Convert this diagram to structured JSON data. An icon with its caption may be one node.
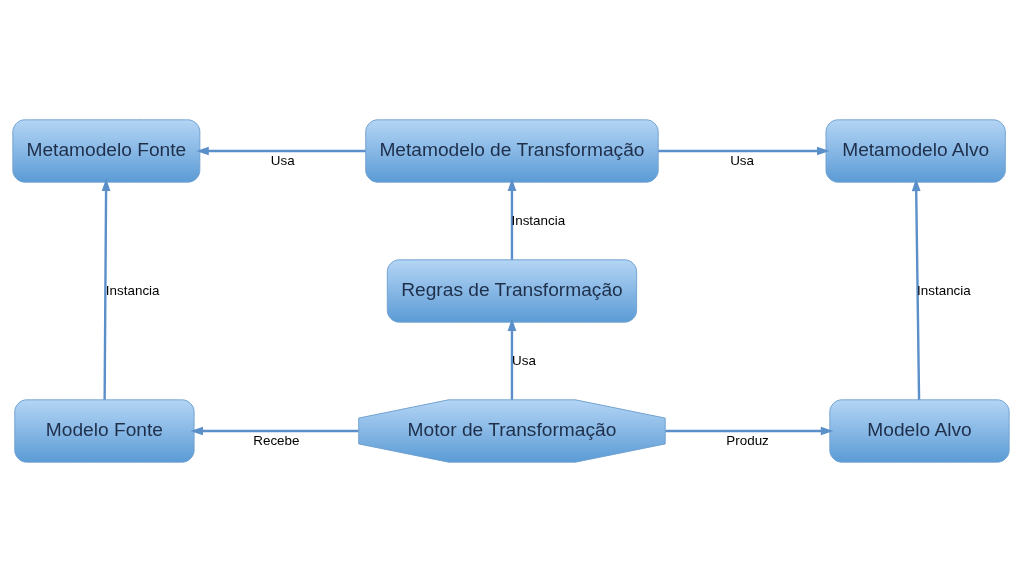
{
  "diagram": {
    "nodes": [
      {
        "text": [
          "Metamodelo Fonte"
        ]
      },
      {
        "text": [
          "Metamodelo de Transformação"
        ]
      },
      {
        "text": [
          "Metamodelo Alvo"
        ]
      },
      {
        "text": [
          "Regras de Transformação"
        ]
      },
      {
        "text": [
          "Modelo Fonte"
        ]
      },
      {
        "text": [
          "Motor de Transformação"
        ]
      },
      {
        "text": [
          "Modelo Alvo"
        ]
      }
    ],
    "edges": [
      {
        "from": 1,
        "to": 0,
        "arrow": "to",
        "label": "Usa"
      },
      {
        "from": 1,
        "to": 2,
        "arrow": "to",
        "label": "Usa"
      },
      {
        "from": 3,
        "to": 1,
        "arrow": "to",
        "label": "Instancia"
      },
      {
        "from": 4,
        "to": 0,
        "arrow": "to",
        "label": "Instancia"
      },
      {
        "from": 6,
        "to": 2,
        "arrow": "to",
        "label": "Instancia"
      },
      {
        "from": 5,
        "to": 3,
        "arrow": "to",
        "label": "Usa"
      },
      {
        "from": 5,
        "to": 4,
        "arrow": "to",
        "label": "Recebe"
      },
      {
        "from": 5,
        "to": 6,
        "arrow": "to",
        "label": "Produz"
      }
    ]
  }
}
